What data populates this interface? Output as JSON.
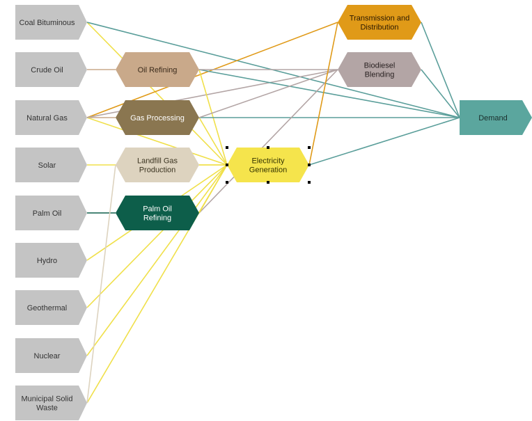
{
  "sources": [
    {
      "id": "coal",
      "label": "Coal Bituminous"
    },
    {
      "id": "crude",
      "label": "Crude Oil"
    },
    {
      "id": "gas",
      "label": "Natural Gas"
    },
    {
      "id": "solar",
      "label": "Solar"
    },
    {
      "id": "palm",
      "label": "Palm Oil"
    },
    {
      "id": "hydro",
      "label": "Hydro"
    },
    {
      "id": "geo",
      "label": "Geothermal"
    },
    {
      "id": "nuclear",
      "label": "Nuclear"
    },
    {
      "id": "msw",
      "label": "Municipal Solid Waste"
    }
  ],
  "processes": [
    {
      "id": "oilref",
      "label": "Oil Refining",
      "color": "#c9a98a",
      "text_color": "#3a2a1a"
    },
    {
      "id": "gasproc",
      "label": "Gas Processing",
      "color": "#8a7650",
      "text_color": "#ffffff"
    },
    {
      "id": "landfill",
      "label": "Landfill Gas Production",
      "color": "#ddd3bf",
      "text_color": "#3a3320"
    },
    {
      "id": "palmref",
      "label": "Palm Oil Refining",
      "color": "#0d5e4a",
      "text_color": "#ffffff"
    },
    {
      "id": "elec",
      "label": "Electricity Generation",
      "color": "#f5e44c",
      "text_color": "#333300"
    },
    {
      "id": "trans",
      "label": "Transmission and Distribution",
      "color": "#e09a18",
      "text_color": "#2a1800"
    },
    {
      "id": "biodiesel",
      "label": "Biodiesel Blending",
      "color": "#b3a5a5",
      "text_color": "#2a2222"
    },
    {
      "id": "demand",
      "label": "Demand",
      "color": "#5ba69e",
      "text_color": "#1a2e2c"
    }
  ],
  "colors": {
    "source_fill": "#c4c4c4",
    "source_text": "#333333",
    "link_coal": "#5a9e9a",
    "link_crude": "#c9a98a",
    "link_solar": "#f0e04a",
    "link_palm": "#0d5e4a",
    "link_landfill": "#ddd3bf",
    "link_oil_demand": "#5a9e9a",
    "link_biodiesel": "#b3a5a5",
    "link_trans": "#e09a18",
    "selection_handle": "#000000"
  }
}
